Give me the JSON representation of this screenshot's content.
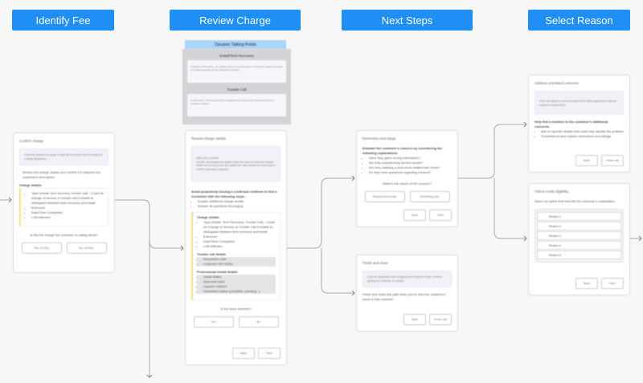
{
  "headers": [
    "Identify Fee",
    "Review Charge",
    "Next Steps",
    "Select Reason"
  ],
  "colors": {
    "header": "#1f8ff5",
    "talking_points_header": "#a9d5fb",
    "highlight": "#f7dd88"
  },
  "talking_points": {
    "title": "Dynamic Talking Points",
    "sections": [
      {
        "title": "Install/Tech Recovery",
        "text": "Install/Tech Recovery - An additional fee is incurred when a technician visits to recover or install equipment at the customer's location."
      },
      {
        "title": "Trouble Call",
        "text": "Trouble Call - A technician visit fee applied when the issue is determined to be customer-caused."
      }
    ]
  },
  "card1": {
    "title": "Confirm charge",
    "note": "Customer believes a charge on their bill is incorrect and is looking for a billing adjustment.",
    "body": "Review the charge details and confirm if it matches the customer's description.",
    "section": "Charge details",
    "items": [
      "Type (Install, tech recovery, trouble call) - Could be change of service or trouble call if unable to distinguish between tech recovery and install",
      "$ Amount",
      "Date/Time Completed",
      "LOB Affected"
    ],
    "question": "Is this the charge the customer is calling about?",
    "buttons": [
      "Yes, it's this",
      "No, another"
    ]
  },
  "card2": {
    "title": "Review charge details",
    "note_lines": [
      "Talk to the customer",
      "Trouble call charges are applied when the issue is customer-caused.",
      "Install and recovery fees are applied per visit; review the work order to confirm what was completed."
    ],
    "body": "Avoid proactively issuing a credit and continue to find a resolution with the following steps:",
    "body_items": [
      "Explain additional charge details",
      "Answer all questions thoroughly"
    ],
    "sections": [
      {
        "title": "Charge details",
        "items": [
          "Type (Install, Tech Recovery, Trouble Call) - Could be Change of Service or Trouble Call if unable to distinguish between tech recovery and install",
          "$ Amount",
          "Date/Time Completed",
          "LOB Affected"
        ]
      },
      {
        "title": "Trouble call details",
        "items": [
          "Resolution code",
          "Customer WO Notes"
        ]
      },
      {
        "title": "Professional install details",
        "items": [
          "Install Status",
          "Approval notes",
          "Capture method",
          "Installation status (complete, pending...)"
        ]
      }
    ],
    "question": "Is the issue resolved?",
    "buttons": [
      "Yes",
      "No"
    ],
    "nav": [
      "Back",
      "Next"
    ]
  },
  "card3": {
    "title": "Determine next steps",
    "body": "Evaluate the customer's concern by considering the following explanations:",
    "items": [
      "Were they given wrong information?",
      "Are they experiencing service issues?",
      "Are they claiming a tech never visited their home?",
      "Do they have questions regarding consent?"
    ],
    "question": "What is the nature of the concern?",
    "buttons": [
      "Request technician",
      "Something else"
    ],
    "nav": [
      "Back",
      "Next"
    ]
  },
  "card4": {
    "title": "Finish and close",
    "note": "If you've determined that no adjustment should be made, continue guiding the customer as needed.",
    "body": "Finish and close this path when you're sure the customer's issue is fully resolved.",
    "nav": [
      "Back",
      "Finish call"
    ]
  },
  "card5": {
    "title": "Address unrelated concerns",
    "note": "If the call relates to concerns beyond the billing adjustment, help the customer resolve them.",
    "body": "Help find a solution to the customer's additional concerns:",
    "items": [
      "Ask for specific details that could help identify the problem",
      "Troubleshoot and explore resolutions accordingly"
    ],
    "nav": [
      "Back",
      "Finish call"
    ]
  },
  "card6": {
    "title": "Check credit eligibility",
    "body": "Select an option that best fits the customer's explanation.",
    "options": [
      "Reason 1",
      "Reason 2",
      "Reason 3",
      "Reason 4",
      "Reason 5"
    ],
    "nav": [
      "Back",
      "Next"
    ]
  }
}
